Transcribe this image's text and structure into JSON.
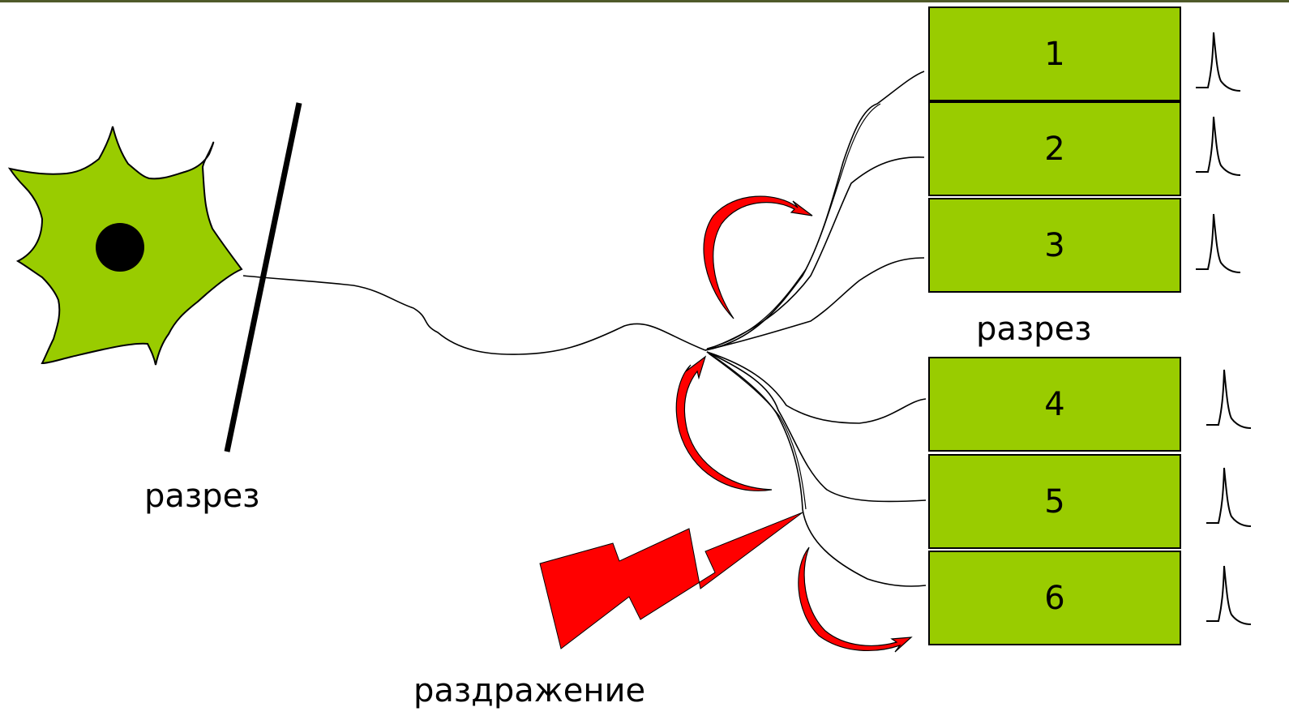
{
  "labels": {
    "cut_left": "разрез",
    "cut_right": "разрез",
    "stimulus": "раздражение"
  },
  "muscle_blocks": [
    "1",
    "2",
    "3",
    "4",
    "5",
    "6"
  ],
  "colors": {
    "fill_green": "#99cc00",
    "arrow_red": "#ff0000",
    "outline": "#000000",
    "header_rule": "#4f5a2a"
  },
  "icons": {
    "neuron": "neuron-cell-icon",
    "nucleus": "nucleus-icon",
    "cut": "cut-line-icon",
    "stimulus": "lightning-bolt-icon",
    "arrow": "curved-arrow-icon",
    "spike": "action-potential-icon"
  }
}
